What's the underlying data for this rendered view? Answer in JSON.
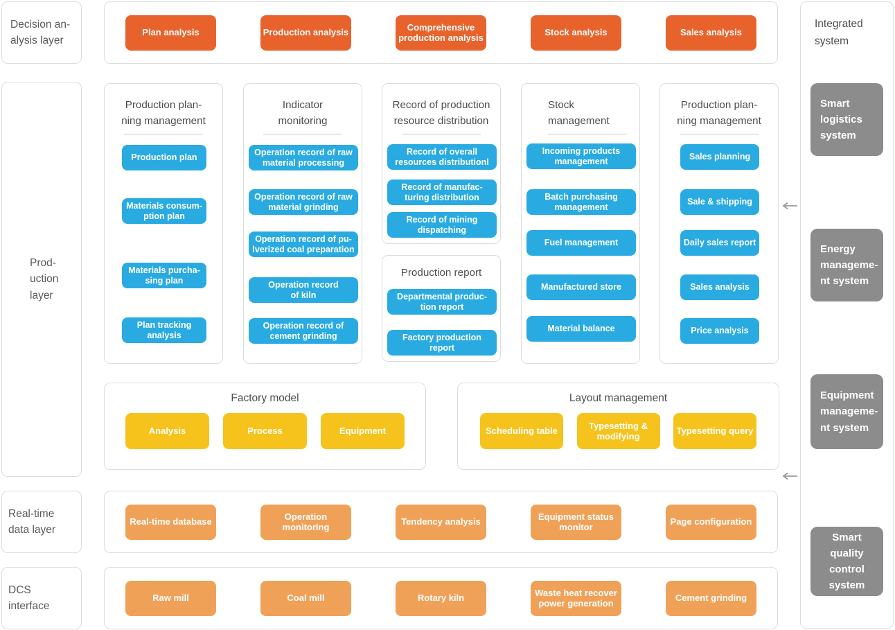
{
  "palette": {
    "accent_red": "#E8632C",
    "accent_blue": "#29ABE2",
    "accent_yellow": "#F6C31D",
    "accent_orange": "#F0A158",
    "accent_gray": "#8C8C8C"
  },
  "left_layers": [
    {
      "label": "Decision an-\nalysis  layer"
    },
    {
      "label": "Prod-\nuction\nlayer"
    },
    {
      "label": "Real-time\ndata layer"
    },
    {
      "label": "DCS\ninterface"
    }
  ],
  "top_row": {
    "buttons": [
      "Plan analysis",
      "Production analysis",
      "Comprehensive production analysis",
      "Stock analysis",
      "Sales analysis"
    ]
  },
  "columns": [
    {
      "header": "Production plan-\nning management",
      "items": [
        "Production plan",
        "Materials consum-\nption plan",
        "Materials purcha-\nsing plan",
        "Plan tracking\nanalysis"
      ]
    },
    {
      "header": "Indicator\nmonitoring",
      "items": [
        "Operation record of raw\nmaterial processing",
        "Operation record of raw\nmaterial grinding",
        "Operation record of pu-\nlverized coal preparation",
        "Operation record\nof kiln",
        "Operation record of\ncement grinding"
      ]
    },
    {
      "header": "Record of production\nresource distribution",
      "items": [
        "Record of overall\nresources distributionl",
        "Record of manufac-\nturing distribution",
        "Record of mining\ndispatching"
      ]
    },
    {
      "header": "Stock\nmanagement",
      "items": [
        "Incoming products\nmanagement",
        "Batch purchasing\nmanagement",
        "Fuel management",
        "Manufactured store",
        "Material balance"
      ]
    },
    {
      "header": "Production plan-\nning management",
      "items": [
        "Sales planning",
        "Sale & shipping",
        "Daily sales report",
        "Sales analysis",
        "Price analysis"
      ]
    }
  ],
  "production_report": {
    "header": "Production report",
    "items": [
      "Departmental produc-\ntion report",
      "Factory production\nreport"
    ]
  },
  "factory_model": {
    "header": "Factory model",
    "buttons": [
      "Analysis",
      "Process",
      "Equipment"
    ]
  },
  "layout_management": {
    "header": "Layout management",
    "buttons": [
      "Scheduling table",
      "Typesetting &\nmodifying",
      "Typesetting query"
    ]
  },
  "realtime_row": {
    "buttons": [
      "Real-time database",
      "Operation monitoring",
      "Tendency analysis",
      "Equipment status\nmonitor",
      "Page configuration"
    ]
  },
  "dcs_row": {
    "buttons": [
      "Raw mill",
      "Coal mill",
      "Rotary kiln",
      "Waste heat recover\npower generation",
      "Cement grinding"
    ]
  },
  "integrated": {
    "header": "Integrated\nsystem",
    "systems": [
      "Smart\nlogistics\nsystem",
      "Energy\nmanageme-\nnt system",
      "Equipment\nmanageme-\nnt system",
      "Smart\nquality\ncontrol\nsystem"
    ]
  },
  "arrow_icon": "left-arrow"
}
